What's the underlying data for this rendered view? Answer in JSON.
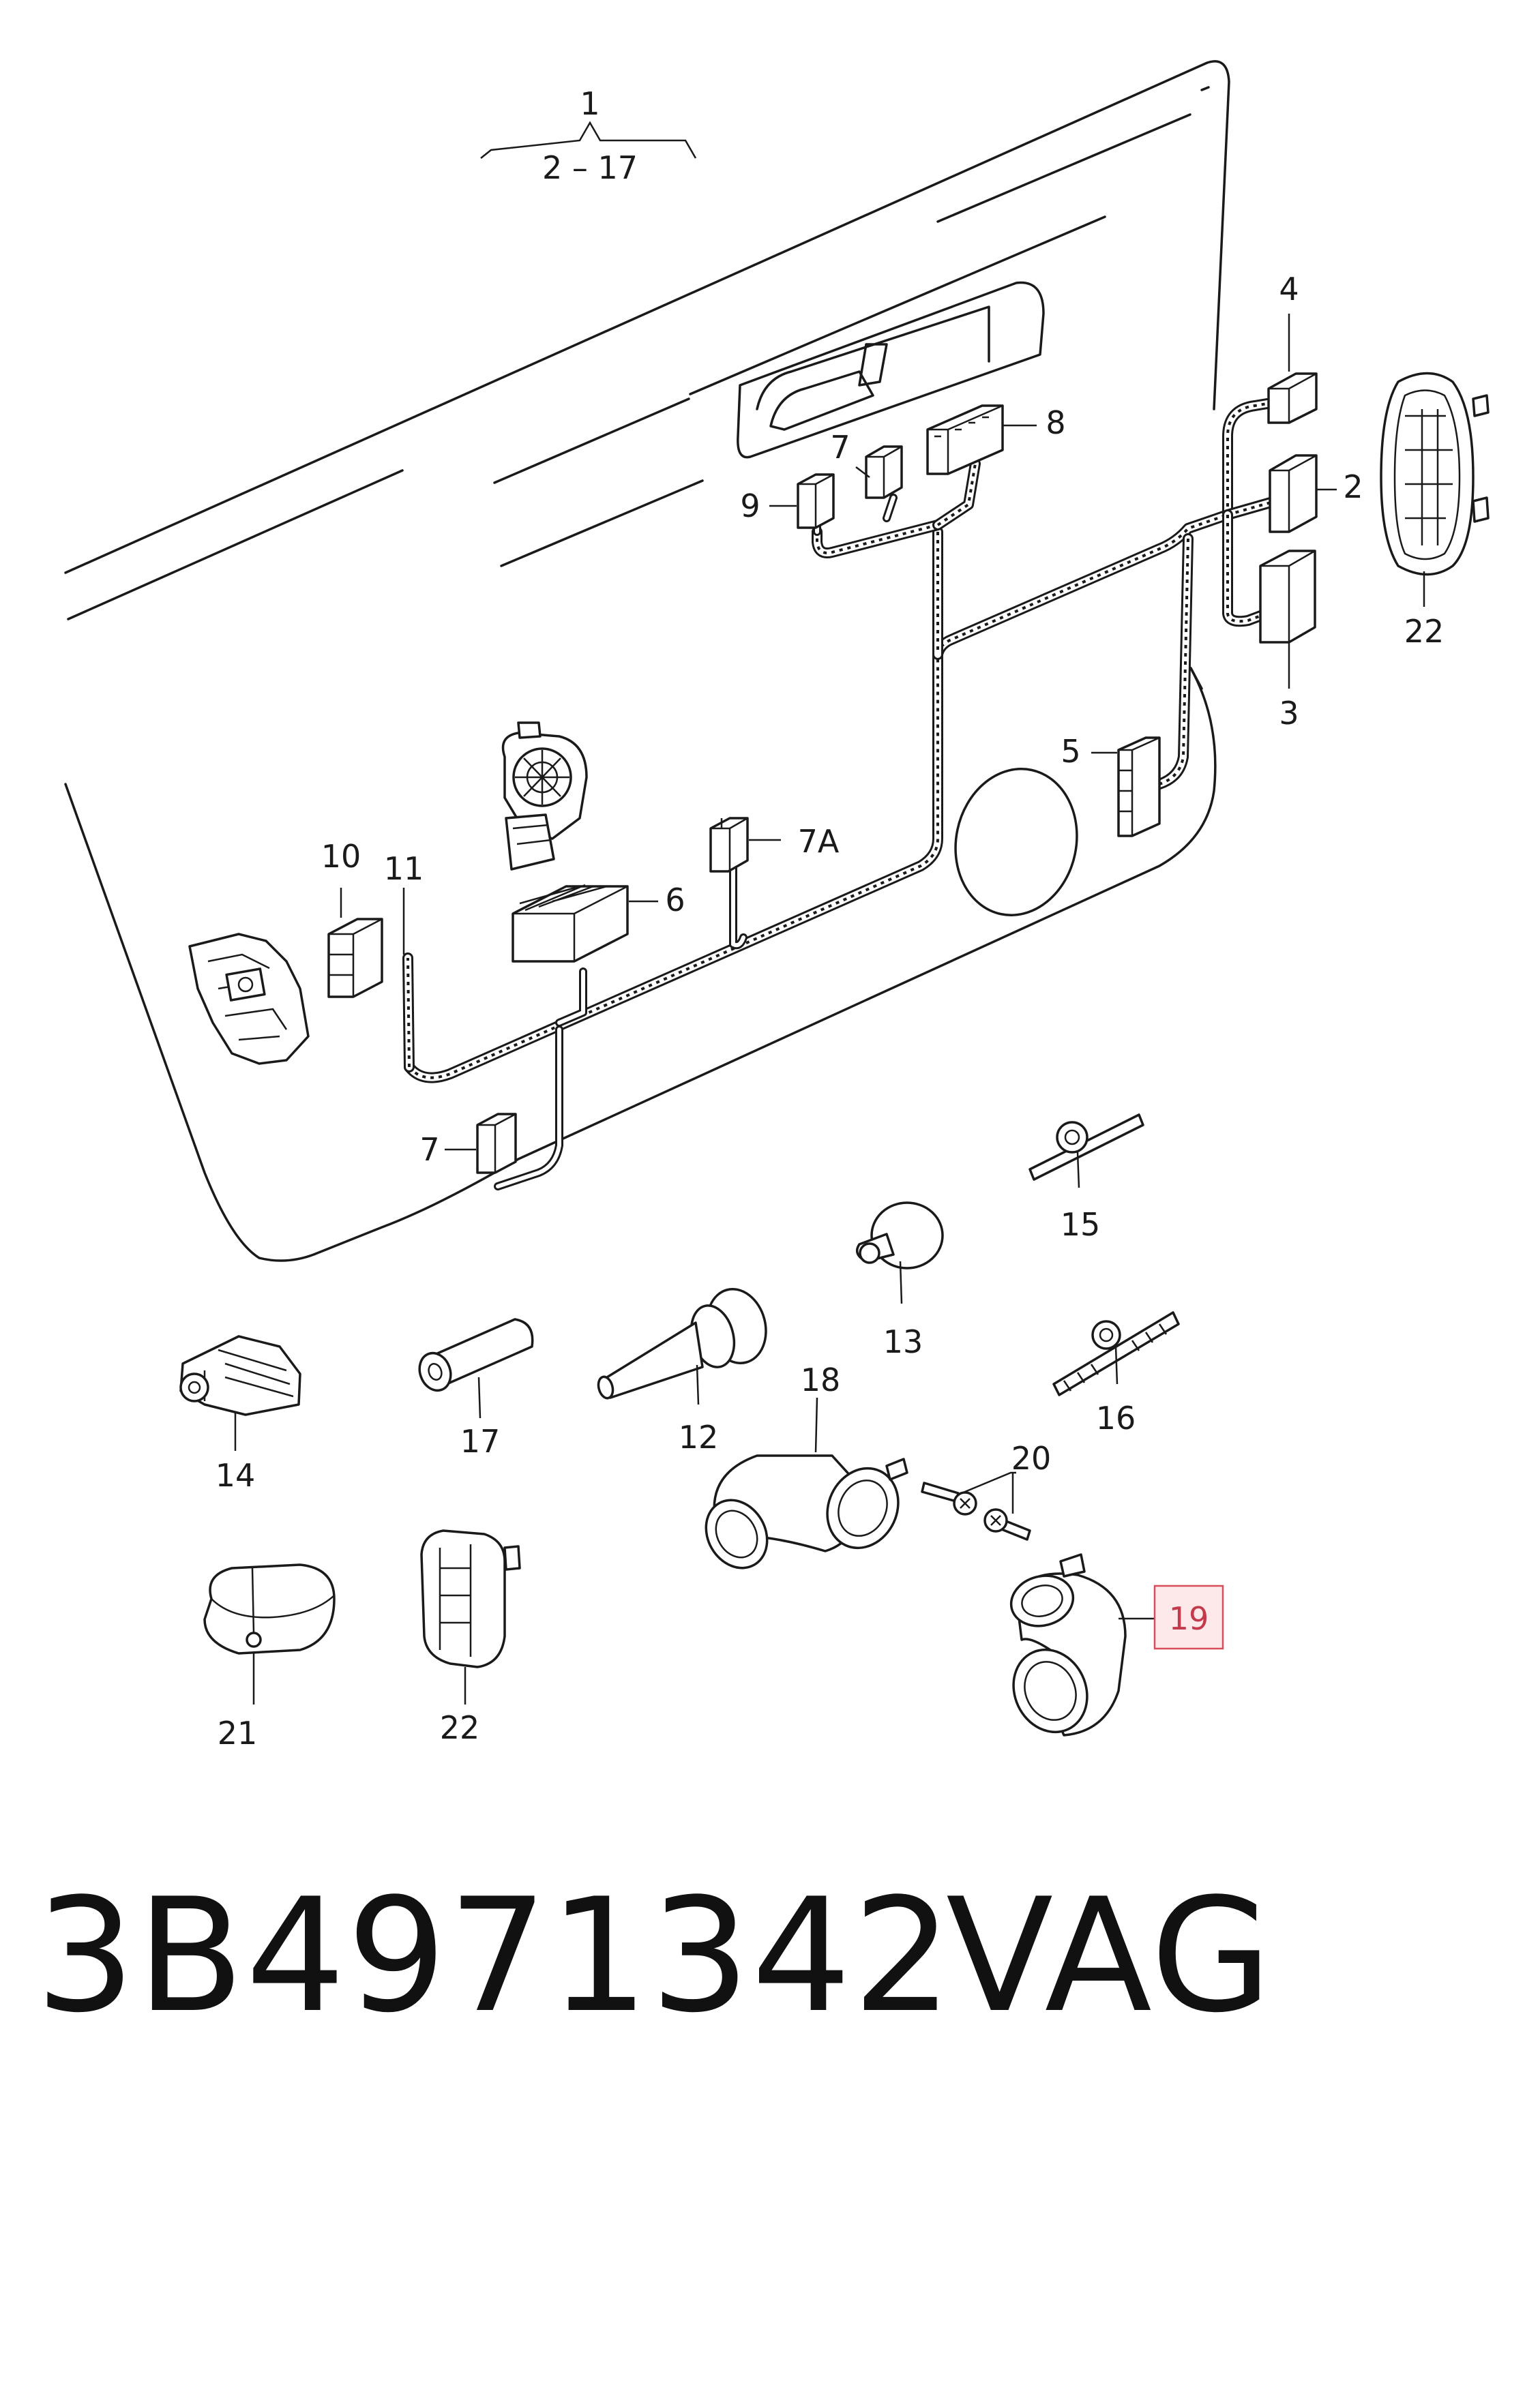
{
  "caption": {
    "part_number": "3B4971342",
    "brand": "VAG"
  },
  "group_label": {
    "main": "1",
    "range": "2 – 17"
  },
  "callouts": {
    "c2": "2",
    "c3": "3",
    "c4": "4",
    "c5": "5",
    "c6": "6",
    "c7_top": "7",
    "c7_bottom": "7",
    "c7a": "7A",
    "c8": "8",
    "c9": "9",
    "c10": "10",
    "c11": "11",
    "c12": "12",
    "c13": "13",
    "c14": "14",
    "c15": "15",
    "c16": "16",
    "c17": "17",
    "c18": "18",
    "c19": "19",
    "c20": "20",
    "c21": "21",
    "c22_top": "22",
    "c22_bottom": "22"
  },
  "highlight": {
    "callout": "19",
    "fill": "#fde8ea",
    "stroke": "#d94c5c"
  }
}
